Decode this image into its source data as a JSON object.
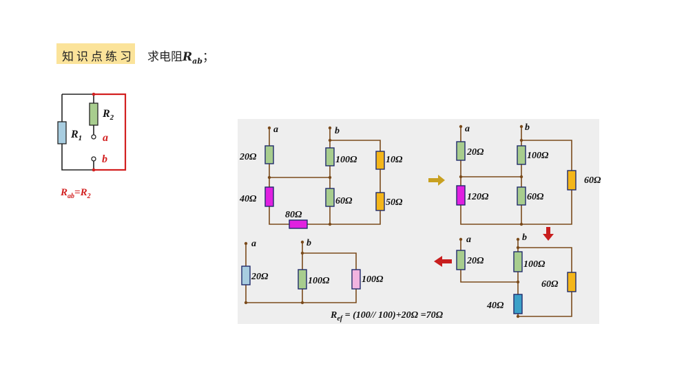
{
  "header": {
    "tag": "知识点练习",
    "prompt_prefix": "求电阻",
    "prompt_symbol": "R",
    "prompt_sub": "ab",
    "prompt_suffix": "；"
  },
  "small_circuit": {
    "r1": "R",
    "r1_sub": "1",
    "r2": "R",
    "r2_sub": "2",
    "node_a": "a",
    "node_b": "b",
    "result_lhs": "R",
    "result_lhs_sub": "ab",
    "result_eq": "=R",
    "result_rhs_sub": "2"
  },
  "circuit1": {
    "node_a": "a",
    "node_b": "b",
    "r_left_top": "20Ω",
    "r_left_bottom": "40Ω",
    "r_mid_top": "100Ω",
    "r_mid_bottom": "60Ω",
    "r_right_top": "10Ω",
    "r_right_bottom": "50Ω",
    "r_bottom": "80Ω"
  },
  "circuit2": {
    "node_a": "a",
    "node_b": "b",
    "r_left_top": "20Ω",
    "r_left_bottom": "120Ω",
    "r_mid_top": "100Ω",
    "r_mid_bottom": "60Ω",
    "r_right": "60Ω"
  },
  "circuit3": {
    "node_a": "a",
    "node_b": "b",
    "r_left": "20Ω",
    "r_mid": "100Ω",
    "r_right": "60Ω",
    "r_bottom": "40Ω"
  },
  "circuit4": {
    "node_a": "a",
    "node_b": "b",
    "r_left": "20Ω",
    "r_mid": "100Ω",
    "r_right": "100Ω"
  },
  "formula": {
    "lhs": "R",
    "lhs_sub": "ef",
    "rhs": " = (100// 100)+20Ω =70Ω"
  },
  "colors": {
    "wire": "#7a4a1a",
    "red": "#d21f1f",
    "green_resistor": "#a8cd8e",
    "blue_resistor": "#a8cde0",
    "magenta_resistor": "#e020e0",
    "orange_resistor": "#f4b61a",
    "pink_resistor": "#f1b4e0",
    "teal_resistor": "#3ca0c8",
    "arrow_gold": "#c8a020",
    "arrow_red": "#c81e1e"
  }
}
